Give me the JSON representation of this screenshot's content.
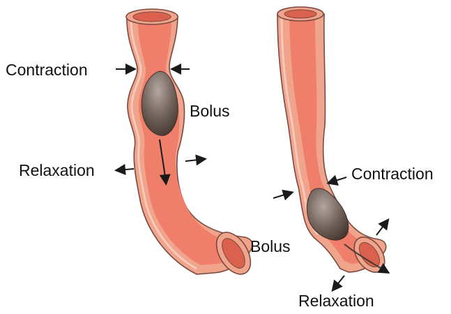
{
  "colors": {
    "wall_outer": "#f0a48c",
    "wall_highlight": "#fbd3c5",
    "lumen": "#ef7f6a",
    "lumen_dark": "#d9614e",
    "outline": "#7a4a40",
    "bolus_light": "#b3a79f",
    "bolus_dark": "#3f302b",
    "arrow": "#1a1a1a"
  },
  "icons": [
    "arrow-icon"
  ],
  "left_figure": {
    "contraction_label": "Contraction",
    "bolus_label": "Bolus",
    "relaxation_label": "Relaxation"
  },
  "right_figure": {
    "contraction_label": "Contraction",
    "bolus_label": "Bolus",
    "relaxation_label": "Relaxation"
  }
}
